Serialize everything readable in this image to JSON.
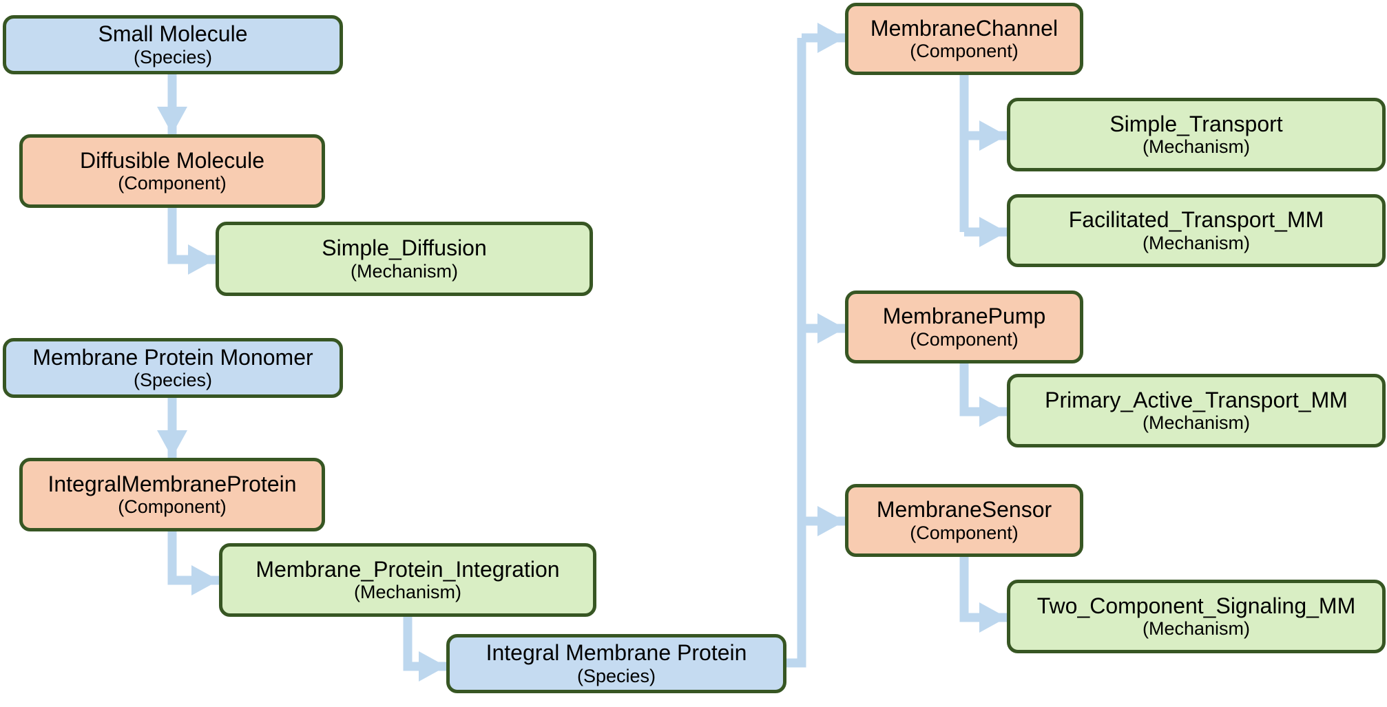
{
  "colors": {
    "species_fill": "#c5dbf1",
    "component_fill": "#f8ccb1",
    "mechanism_fill": "#d9eec4",
    "border": "#375623",
    "connector": "#bdd7ee"
  },
  "nodes": {
    "small_molecule": {
      "title": "Small Molecule",
      "kind": "(Species)"
    },
    "diffusible_molecule": {
      "title": "Diffusible Molecule",
      "kind": "(Component)"
    },
    "simple_diffusion": {
      "title": "Simple_Diffusion",
      "kind": "(Mechanism)"
    },
    "membrane_protein_monomer": {
      "title": "Membrane Protein Monomer",
      "kind": "(Species)"
    },
    "integral_membrane_protein_component": {
      "title": "IntegralMembraneProtein",
      "kind": "(Component)"
    },
    "membrane_protein_integration": {
      "title": "Membrane_Protein_Integration",
      "kind": "(Mechanism)"
    },
    "integral_membrane_protein_species": {
      "title": "Integral Membrane Protein",
      "kind": "(Species)"
    },
    "membrane_channel": {
      "title": "MembraneChannel",
      "kind": "(Component)"
    },
    "simple_transport": {
      "title": "Simple_Transport",
      "kind": "(Mechanism)"
    },
    "facilitated_transport_mm": {
      "title": "Facilitated_Transport_MM",
      "kind": "(Mechanism)"
    },
    "membrane_pump": {
      "title": "MembranePump",
      "kind": "(Component)"
    },
    "primary_active_transport_mm": {
      "title": "Primary_Active_Transport_MM",
      "kind": "(Mechanism)"
    },
    "membrane_sensor": {
      "title": "MembraneSensor",
      "kind": "(Component)"
    },
    "two_component_signaling_mm": {
      "title": "Two_Component_Signaling_MM",
      "kind": "(Mechanism)"
    }
  }
}
